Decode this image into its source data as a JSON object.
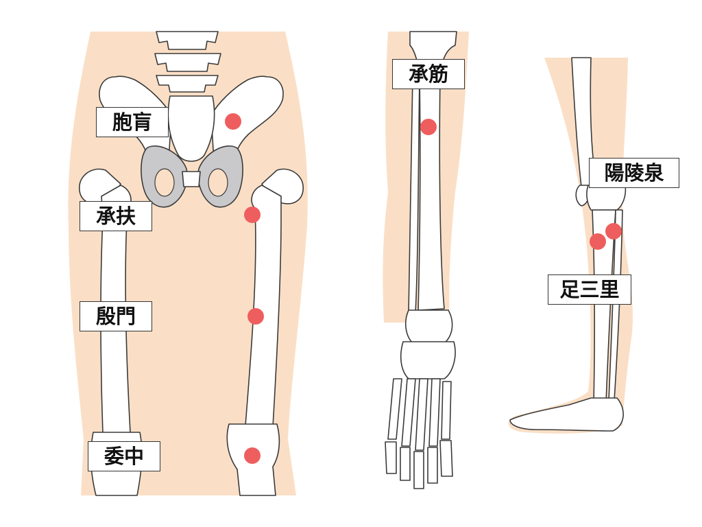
{
  "colors": {
    "skin": "#FADFC6",
    "bone_fill": "#FFFFFF",
    "bone_stroke": "#3A3A3A",
    "cartilage": "#C9C9CB",
    "acupoint": "#EE5E5E",
    "label_border": "#333333"
  },
  "labels": {
    "hokou": "胞肓",
    "shofu": "承扶",
    "inmon": "殷門",
    "ichu": "委中",
    "shokin": "承筋",
    "yoryosen": "陽陵泉",
    "ashisanri": "足三里"
  }
}
